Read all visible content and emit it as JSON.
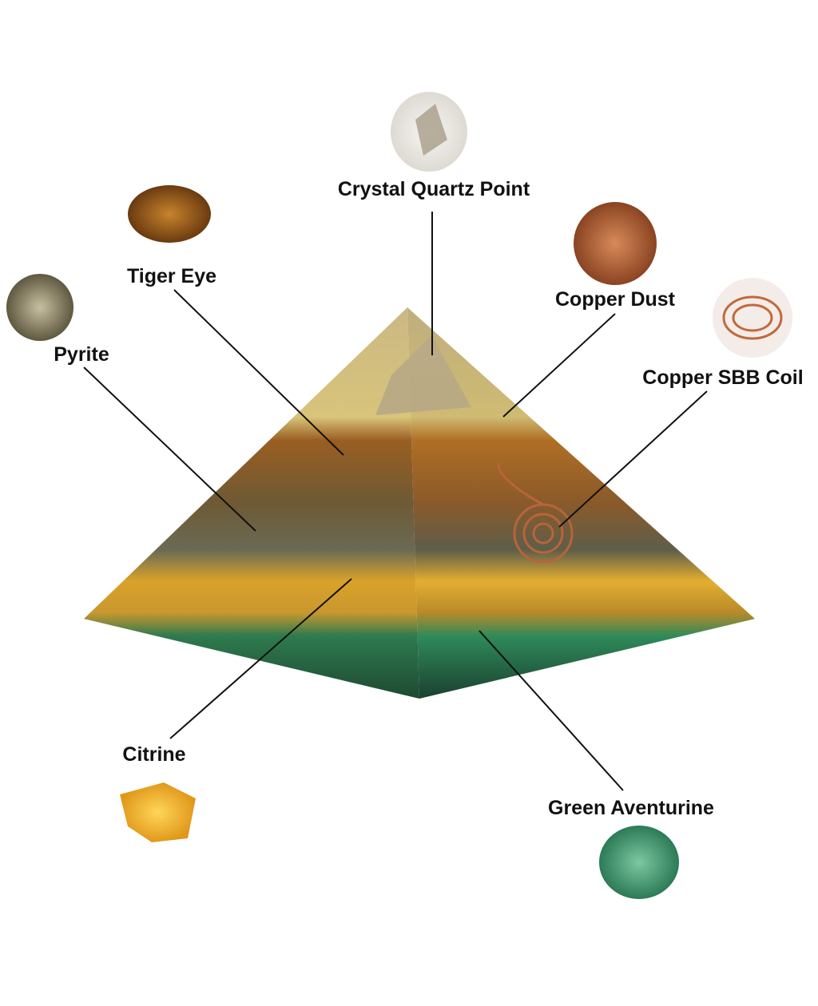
{
  "labels": {
    "crystal_quartz": "Crystal Quartz Point",
    "tiger_eye": "Tiger Eye",
    "pyrite": "Pyrite",
    "copper_dust": "Copper Dust",
    "copper_coil": "Copper SBB Coil",
    "citrine": "Citrine",
    "green_aventurine": "Green Aventurine"
  },
  "colors": {
    "quartz": "#d8d4cc",
    "tiger_eye": "#a4641c",
    "pyrite": "#8a8468",
    "copper": "#b8643a",
    "citrine": "#eeb42a",
    "aventurine": "#2f8a5a",
    "gold": "#d8c47a"
  }
}
